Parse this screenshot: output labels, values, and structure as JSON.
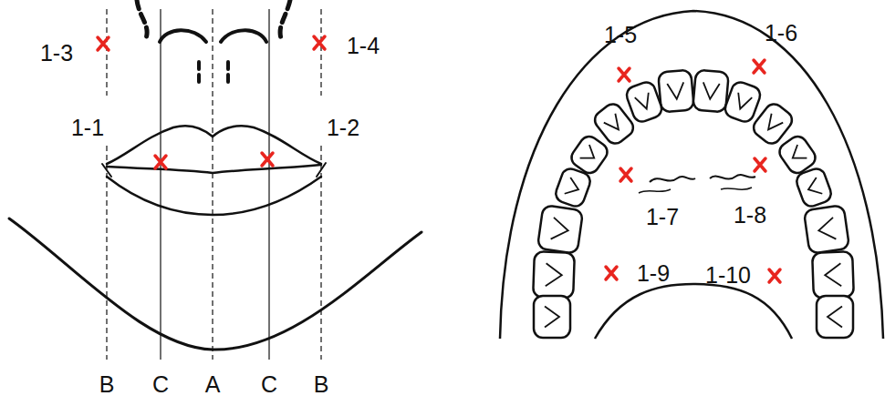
{
  "diagram": {
    "labels": [
      "1-3",
      "1-4",
      "1-1",
      "1-2",
      "1-5",
      "1-6",
      "1-7",
      "1-8",
      "1-9",
      "1-10",
      "B",
      "C",
      "A",
      "C",
      "B"
    ]
  }
}
